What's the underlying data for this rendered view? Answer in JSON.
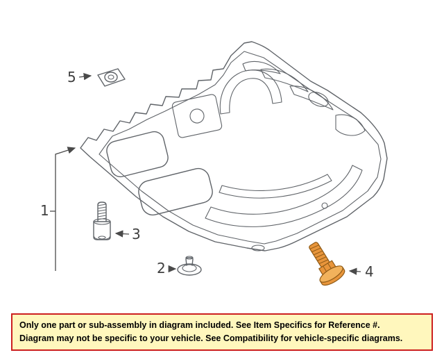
{
  "colors": {
    "page-bg": "#ffffff",
    "line": "#5f6368",
    "label": "#3f3f3f",
    "accent": "#e8953b",
    "accent-light": "#f2b25c",
    "accent-dark": "#8f5a16",
    "banner-bg": "#fff7bd",
    "banner-border": "#cc1f1f",
    "banner-text": "#000000"
  },
  "diagram": {
    "description": "engine-splash-shield-parts-diagram",
    "highlighted_callout": "4",
    "callouts": [
      {
        "label": "1",
        "part": "splash-shield"
      },
      {
        "label": "2",
        "part": "push-rivet"
      },
      {
        "label": "3",
        "part": "socket-head-bolt"
      },
      {
        "label": "4",
        "part": "flange-bolt-highlighted"
      },
      {
        "label": "5",
        "part": "clip-nut"
      }
    ]
  },
  "banner": {
    "line1": "Only one part or sub-assembly in diagram included. See Item Specifics for Reference #.",
    "line2": "Diagram may not be specific to your vehicle. See Compatibility for vehicle-specific diagrams."
  }
}
